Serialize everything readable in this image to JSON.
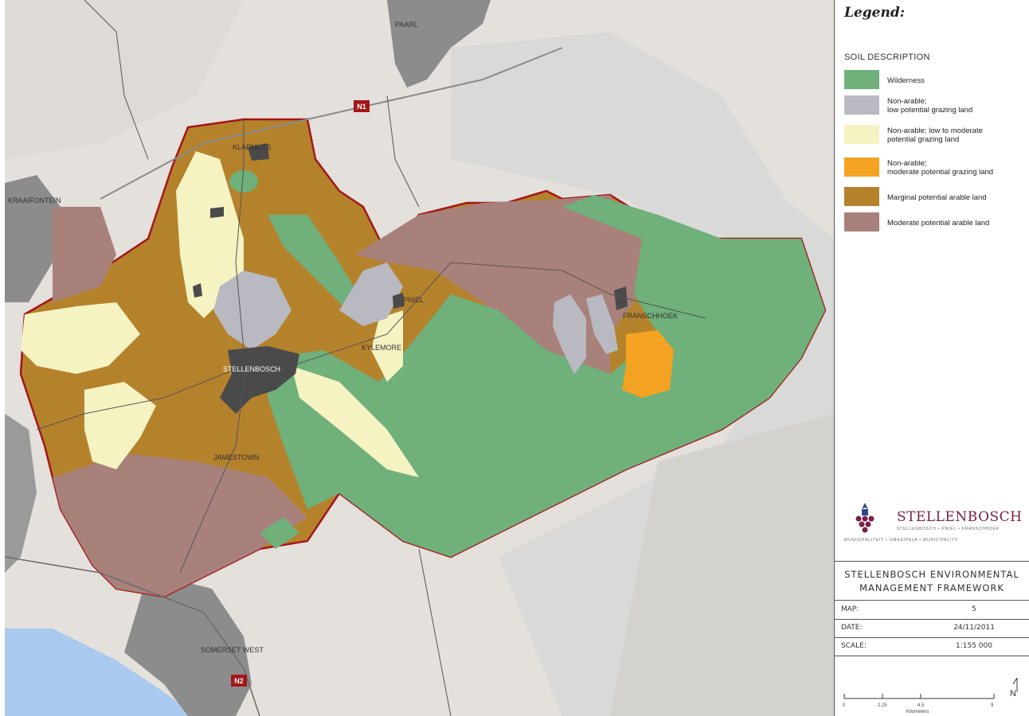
{
  "legend": {
    "title": "Legend:",
    "subtitle": "SOIL DESCRIPTION",
    "items": [
      {
        "label": "Wilderness",
        "color": "#6fb07b"
      },
      {
        "label": "Non-arable;\nlow potential grazing land",
        "color": "#b9b9c1"
      },
      {
        "label": "Non-arable; low to moderate\npotential grazing land",
        "color": "#f6f3c3"
      },
      {
        "label": "Non-arable;\nmoderate potential grazing land",
        "color": "#f3a321"
      },
      {
        "label": "Marginal potential arable land",
        "color": "#b5822c"
      },
      {
        "label": "Moderate potential arable land",
        "color": "#a8817a"
      }
    ]
  },
  "logo": {
    "name": "STELLENBOSCH",
    "tagline": "STELLENBOSCH • PNIEL • FRANSCHHOEK",
    "tagline2": "MUNISIPALITEIT • UMASIPALA • MUNICIPALITY"
  },
  "framework_title": "STELLENBOSCH ENVIRONMENTAL\nMANAGEMENT FRAMEWORK",
  "info": {
    "map_key": "MAP:",
    "map_val": "5",
    "date_key": "DATE:",
    "date_val": "24/11/2011",
    "scale_key": "SCALE:",
    "scale_val": "1:155 000"
  },
  "scalebar": {
    "ticks": [
      "0",
      "2.25",
      "4.5",
      "9"
    ],
    "unit": "Kilometers",
    "north": "N"
  },
  "places": [
    {
      "name": "PAARL"
    },
    {
      "name": "KLAPMUTS"
    },
    {
      "name": "KRAAIFONTEIN"
    },
    {
      "name": "PNIEL"
    },
    {
      "name": "KYLEMORE"
    },
    {
      "name": "FRANSCHHOEK"
    },
    {
      "name": "STELLENBOSCH"
    },
    {
      "name": "JAMESTOWN"
    },
    {
      "name": "SOMERSET WEST"
    }
  ],
  "roads": [
    {
      "name": "N1"
    },
    {
      "name": "N2"
    }
  ],
  "colors": {
    "boundary": "#a3161a",
    "urban": "#4a4a4a",
    "sea": "#a9c9ee",
    "background": "#e4e0dc",
    "road_shield": "#a3161a"
  }
}
